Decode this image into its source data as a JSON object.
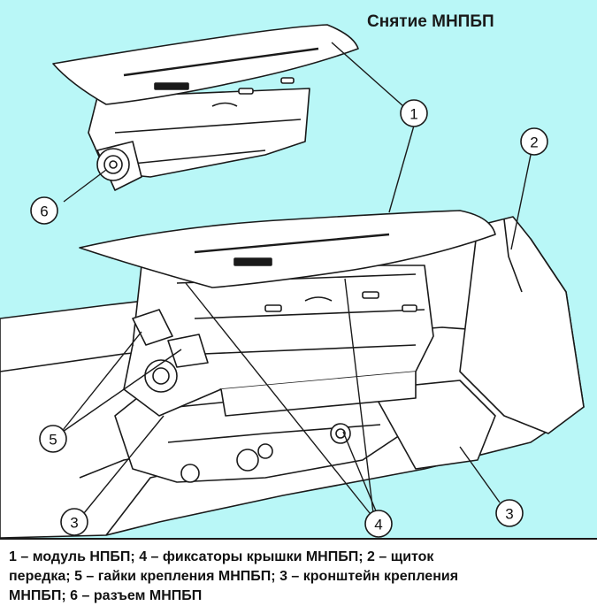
{
  "title": "Снятие МНПБП",
  "callouts": {
    "c1": "1",
    "c2": "2",
    "c3a": "3",
    "c3b": "3",
    "c4": "4",
    "c5": "5",
    "c6": "6"
  },
  "caption": {
    "line1": "1 – модуль НПБП; 4 – фиксаторы крышки МНПБП; 2 – щиток",
    "line2": "передка; 5 – гайки крепления МНПБП; 3 – кронштейн крепления",
    "line3": "МНПБП; 6 – разъем МНПБП"
  },
  "colors": {
    "background": "#b9f7f7",
    "line": "#1a1a1a",
    "part_fill": "#ffffff"
  }
}
